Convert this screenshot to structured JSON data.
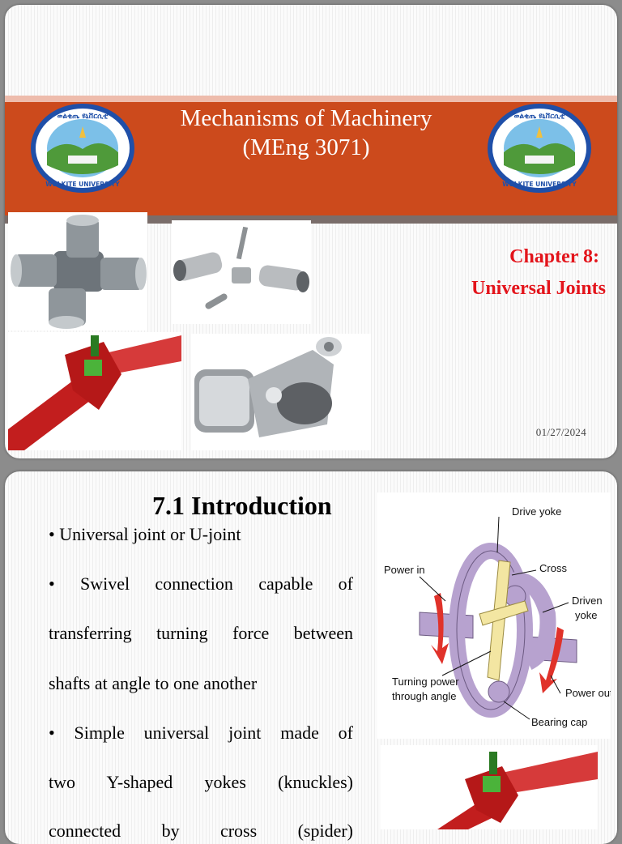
{
  "slide1": {
    "course_title_line1": "Mechanisms of Machinery",
    "course_title_line2": "(MEng 3071)",
    "seal_text_top": "ወልቂጤ ዩኒቨርሲቲ",
    "seal_text_bottom": "WOLKITE UNIVERSITY",
    "chapter_number": "Chapter 8:",
    "chapter_title": "Universal Joints",
    "date": "01/27/2024"
  },
  "slide2": {
    "section_title": "7.1 Introduction",
    "bullet1": "• Universal joint or U-joint",
    "bullet2_line1": "• Swivel connection capable of",
    "bullet2_line2": "transferring turning force between",
    "bullet2_line3": "shafts at angle to one another",
    "bullet3_line1": "• Simple universal joint made of",
    "bullet3_line2": "two Y-shaped yokes (knuckles)",
    "bullet3_line3": "connected by cross (spider)",
    "diagram_labels": {
      "drive_yoke": "Drive yoke",
      "power_in": "Power in",
      "cross": "Cross",
      "driven": "Driven",
      "yoke": "yoke",
      "turning_power": "Turning power",
      "through_angle": "through angle",
      "power_out": "Power out",
      "bearing_cap": "Bearing cap"
    }
  },
  "colors": {
    "banner": "#cc4a1c",
    "chapter_text": "#e3141b",
    "yoke": "#b7a2cf",
    "cross": "#f3e6a2",
    "arrow": "#e0322a"
  }
}
